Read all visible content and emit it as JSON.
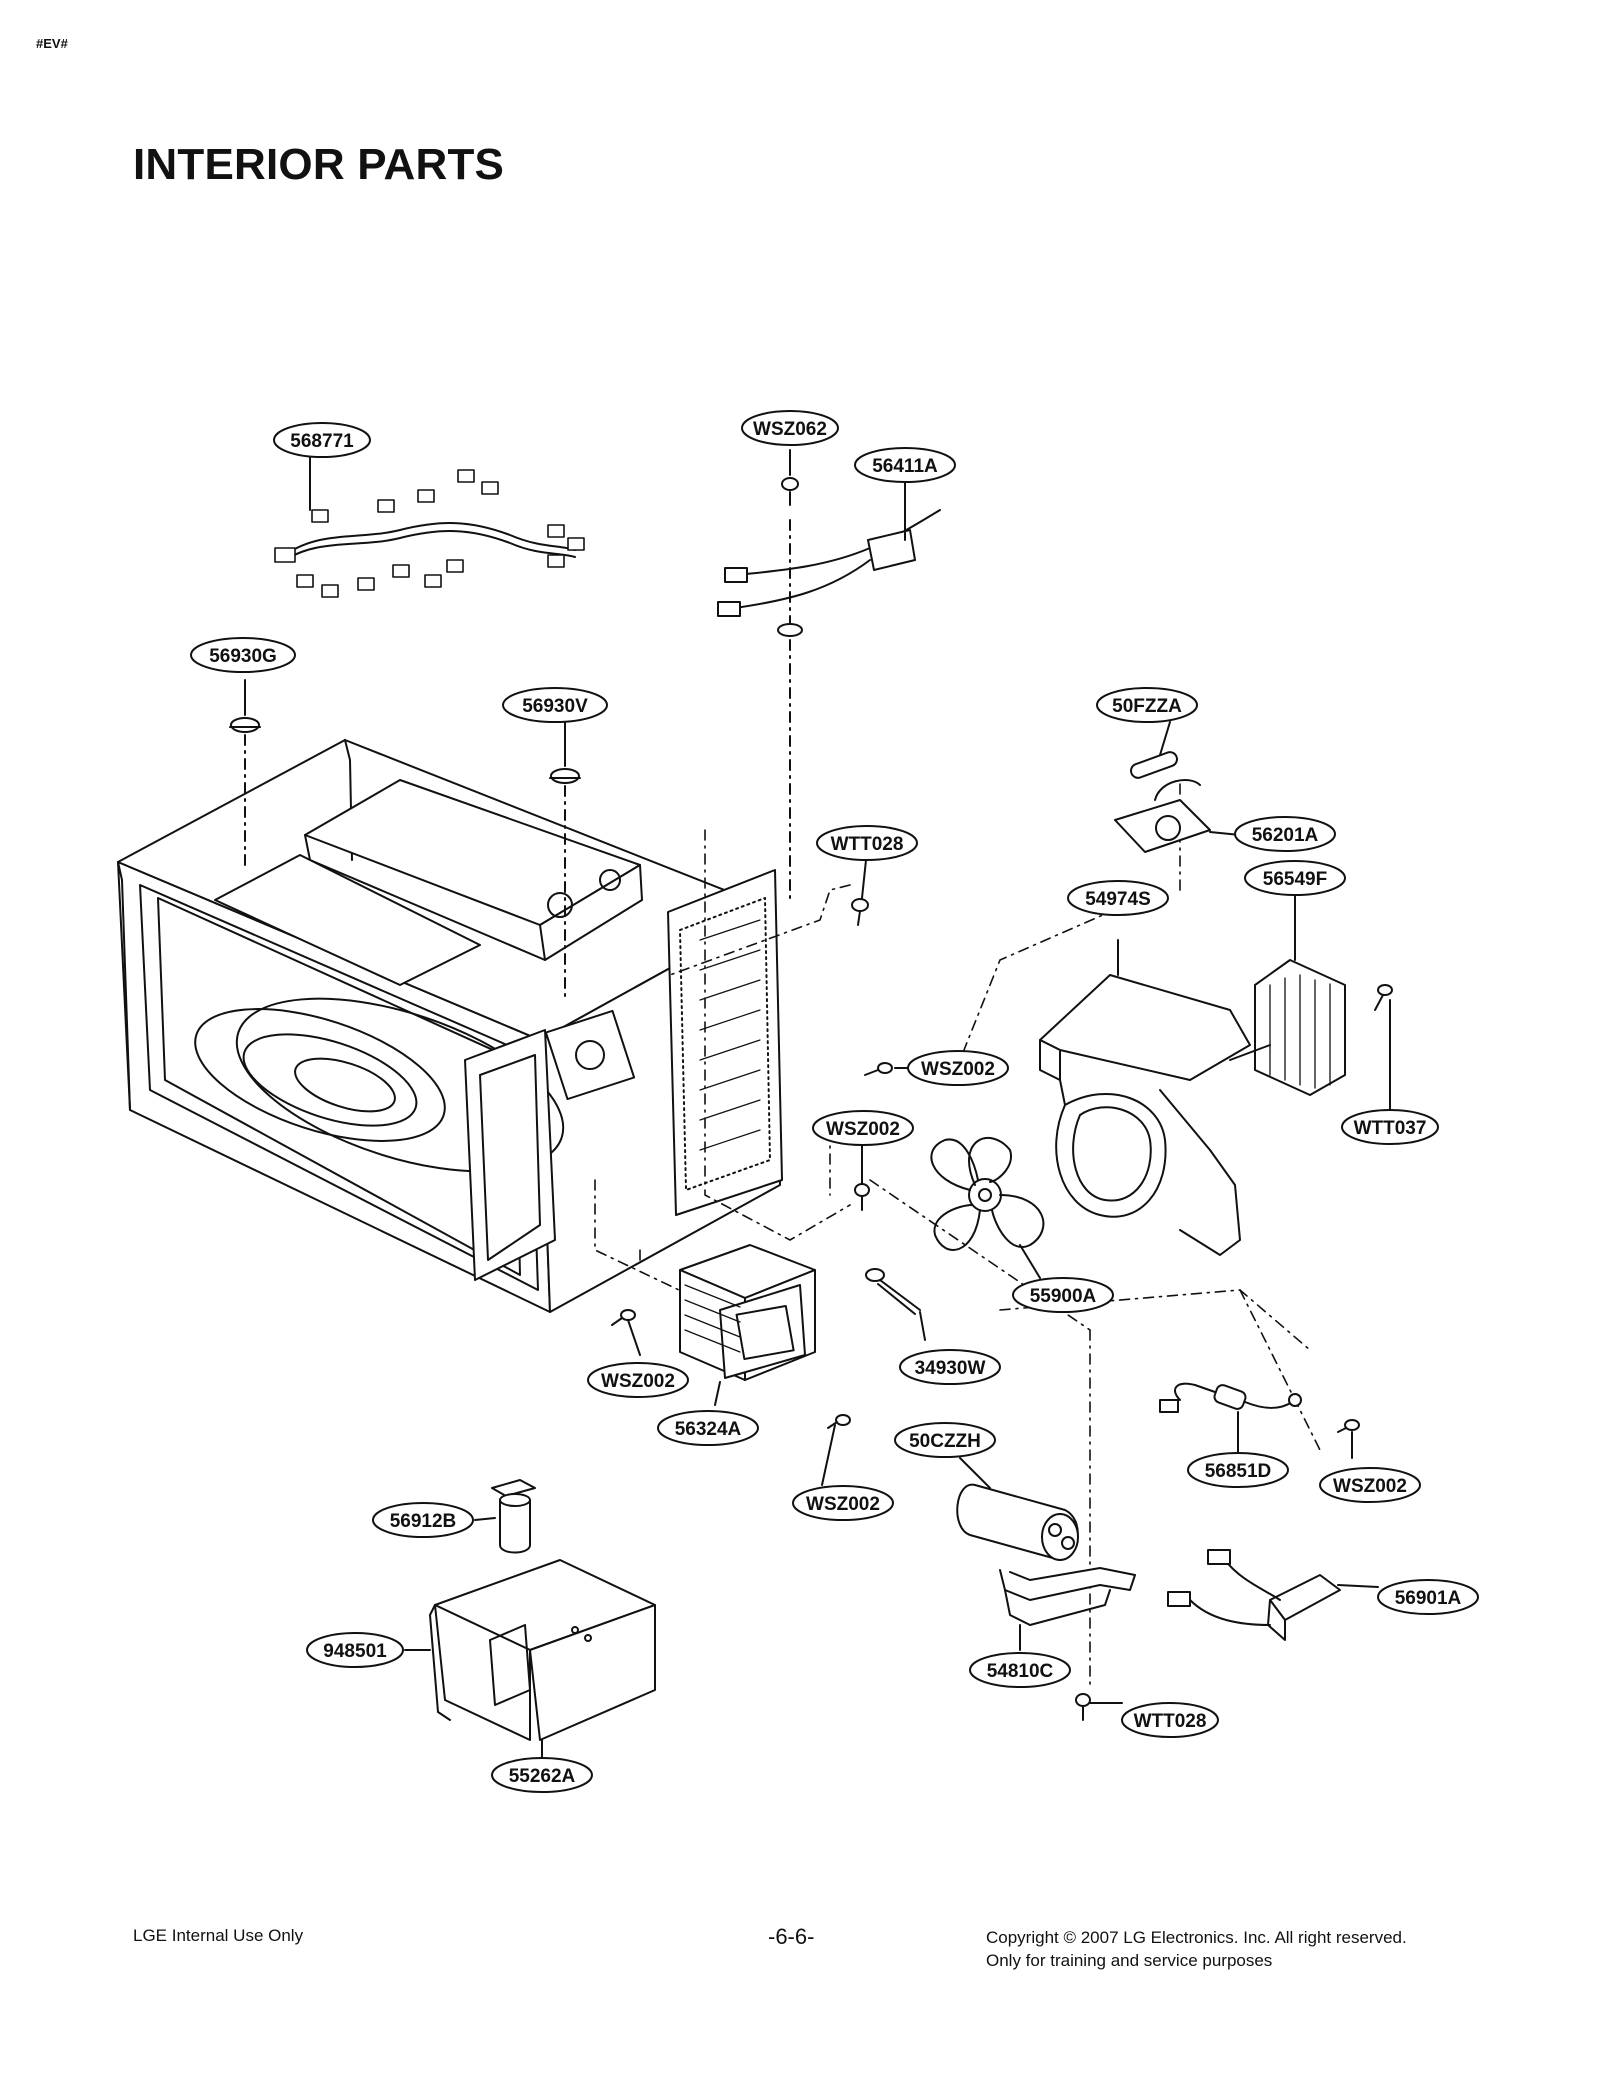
{
  "header": {
    "doc_id": "#EV#",
    "title": "INTERIOR PARTS"
  },
  "footer": {
    "left": "LGE Internal Use Only",
    "page": "-6-6-",
    "copyright": "Copyright © 2007 LG Electronics. Inc. All right reserved.",
    "training": "Only for training and service purposes"
  },
  "callouts": [
    "568771",
    "WSZ062",
    "56411A",
    "56930G",
    "56930V",
    "50FZZA",
    "56201A",
    "WTT028",
    "54974S",
    "56549F",
    "WSZ002",
    "WTT037",
    "WSZ002",
    "55900A",
    "34930W",
    "WSZ002",
    "56324A",
    "WSZ002",
    "50CZZH",
    "56851D",
    "WSZ002",
    "56912B",
    "948501",
    "56901A",
    "54810C",
    "WTT028",
    "55262A"
  ]
}
